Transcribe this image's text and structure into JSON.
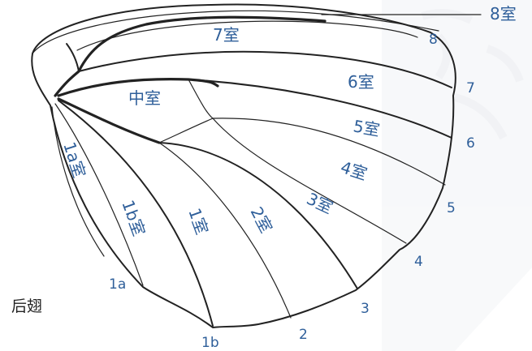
{
  "figure": {
    "caption": "后翅",
    "cells": {
      "c8": "8室",
      "c7": "7室",
      "c6": "6室",
      "c5": "5室",
      "c4": "4室",
      "c3": "3室",
      "c2": "2室",
      "c1": "1室",
      "c1b": "1b室",
      "c1a": "1a室",
      "discal": "中室"
    },
    "veins": {
      "v8": "8",
      "v7": "7",
      "v6": "6",
      "v5": "5",
      "v4": "4",
      "v3": "3",
      "v2": "2",
      "v1b": "1b",
      "v1a": "1a"
    }
  }
}
